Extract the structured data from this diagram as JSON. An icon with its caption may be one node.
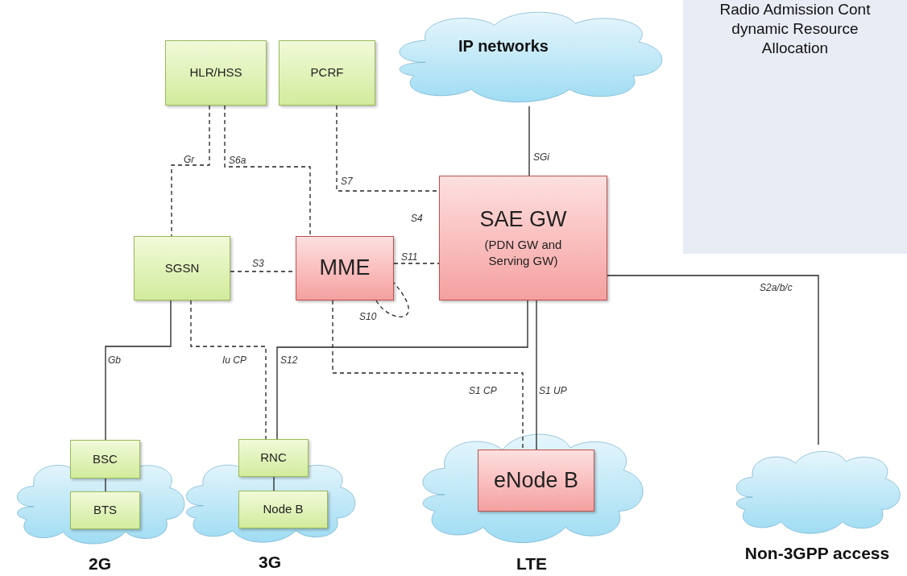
{
  "diagram": {
    "nodes": [
      {
        "text": [
          "HLR/HSS"
        ]
      },
      {
        "text": [
          "PCRF"
        ]
      },
      {
        "text": [
          "IP networks"
        ]
      },
      {
        "text": [
          "Radio Admission Cont dynamic Resource Allocation"
        ]
      },
      {
        "text": [
          "SGSN"
        ]
      },
      {
        "text": [
          "MME"
        ]
      },
      {
        "text": [
          "SAE GW",
          "(PDN GW and Serving GW)"
        ]
      },
      {
        "text": [
          "2G"
        ]
      },
      {
        "text": [
          "BSC"
        ]
      },
      {
        "text": [
          "BTS"
        ],
        "in": 7
      },
      {
        "text": [
          "3G"
        ]
      },
      {
        "text": [
          "RNC"
        ]
      },
      {
        "text": [
          "Node B"
        ],
        "in": 10
      },
      {
        "text": [
          "LTE"
        ]
      },
      {
        "text": [
          "eNode B"
        ],
        "in": 13
      },
      {
        "text": [
          "Non-3GPP access"
        ]
      }
    ],
    "edges": [
      {
        "from": 0,
        "to": 4,
        "arrow": "none",
        "label": "Gr",
        "style": "dashed"
      },
      {
        "from": 0,
        "to": 5,
        "arrow": "none",
        "label": "S6a",
        "style": "dashed"
      },
      {
        "from": 1,
        "to": 6,
        "arrow": "none",
        "label": "S7",
        "style": "dashed"
      },
      {
        "from": 2,
        "to": 6,
        "arrow": "none",
        "label": "SGi"
      },
      {
        "from": 4,
        "to": 5,
        "arrow": "none",
        "label": "S3",
        "style": "dashed"
      },
      {
        "from": 5,
        "to": 6,
        "arrow": "none",
        "label": "S11",
        "style": "dashed"
      },
      {
        "from": 5,
        "to": 5,
        "arrow": "none",
        "label": "S10",
        "style": "dashed"
      },
      {
        "from": 4,
        "to": 8,
        "arrow": "none",
        "label": "Gb"
      },
      {
        "from": 4,
        "to": 11,
        "arrow": "none",
        "label": "Iu CP",
        "style": "dashed"
      },
      {
        "from": 6,
        "to": 11,
        "arrow": "none",
        "label": "S12"
      },
      {
        "from": 5,
        "to": 14,
        "arrow": "none",
        "label": "S1 CP",
        "style": "dashed"
      },
      {
        "from": 6,
        "to": 14,
        "arrow": "none",
        "label": "S1 UP"
      },
      {
        "from": 6,
        "to": 15,
        "arrow": "none",
        "label": "S2a/b/c"
      },
      {
        "from": 8,
        "to": 9,
        "arrow": "none"
      },
      {
        "from": 11,
        "to": 12,
        "arrow": "none"
      }
    ],
    "labels": [
      "S4"
    ]
  }
}
